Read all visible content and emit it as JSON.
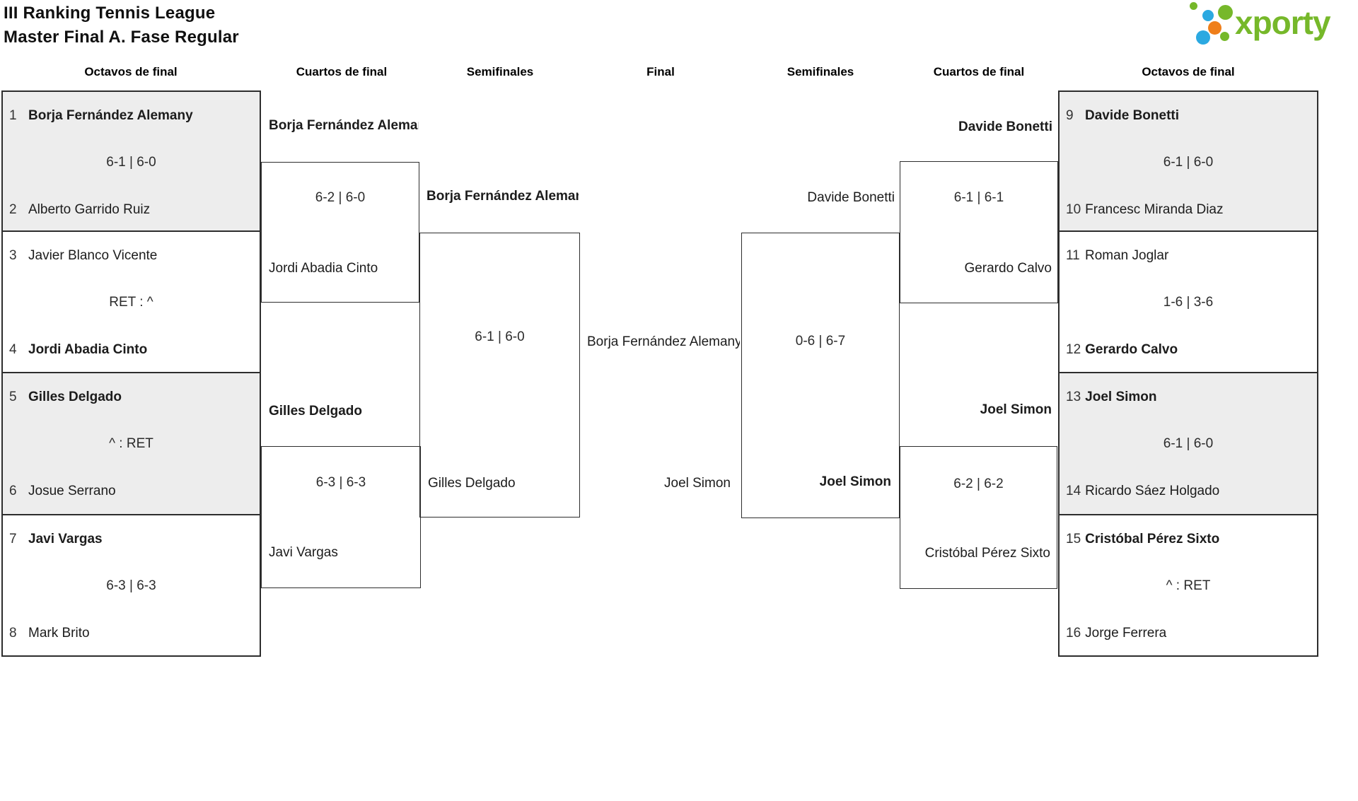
{
  "title": {
    "line1": "III Ranking Tennis League",
    "line2": "Master Final A. Fase Regular"
  },
  "logo": {
    "brand": "xporty",
    "green": "#76b82a",
    "blue": "#2ba9e1",
    "orange": "#ef7f1a"
  },
  "round_headers": [
    "Octavos de final",
    "Cuartos de final",
    "Semifinales",
    "Final",
    "Semifinales",
    "Cuartos de final",
    "Octavos de final"
  ],
  "octavos": [
    {
      "seed1": "1",
      "player1": "Borja Fernández Alemany",
      "score": "6-1 | 6-0",
      "seed2": "2",
      "player2": "Alberto Garrido Ruiz"
    },
    {
      "seed1": "3",
      "player1": "Javier Blanco Vicente",
      "score": "RET : ^",
      "seed2": "4",
      "player2": "Jordi Abadia Cinto"
    },
    {
      "seed1": "5",
      "player1": "Gilles Delgado",
      "score": "^ : RET",
      "seed2": "6",
      "player2": "Josue Serrano"
    },
    {
      "seed1": "7",
      "player1": "Javi Vargas",
      "score": "6-3 | 6-3",
      "seed2": "8",
      "player2": "Mark Brito"
    },
    {
      "seed1": "9",
      "player1": "Davide Bonetti",
      "score": "6-1 | 6-0",
      "seed2": "10",
      "player2": "Francesc Miranda Diaz"
    },
    {
      "seed1": "11",
      "player1": "Roman Joglar",
      "score": "1-6 | 3-6",
      "seed2": "12",
      "player2": "Gerardo Calvo"
    },
    {
      "seed1": "13",
      "player1": "Joel Simon",
      "score": "6-1 | 6-0",
      "seed2": "14",
      "player2": "Ricardo Sáez Holgado"
    },
    {
      "seed1": "15",
      "player1": "Cristóbal Pérez Sixto",
      "score": "^ : RET",
      "seed2": "16",
      "player2": "Jorge Ferrera"
    }
  ],
  "cuartos": [
    {
      "winner": "Borja Fernández Alemany",
      "score": "6-2 | 6-0",
      "loser": "Jordi Abadia Cinto"
    },
    {
      "winner": "Gilles Delgado",
      "score": "6-3 | 6-3",
      "loser": "Javi Vargas"
    },
    {
      "winner": "Davide Bonetti",
      "score": "6-1 | 6-1",
      "loser": "Gerardo Calvo"
    },
    {
      "winner": "Joel Simon",
      "score": "6-2 | 6-2",
      "loser": "Cristóbal Pérez Sixto"
    }
  ],
  "semifinales": [
    {
      "top": "Borja Fernández Alemany",
      "score": "6-1 | 6-0",
      "bottom": "Gilles Delgado"
    },
    {
      "top": "Davide Bonetti",
      "score": "0-6 | 6-7",
      "bottom": "Joel Simon"
    }
  ],
  "final": {
    "player1": "Borja Fernández Alemany",
    "player2": "Joel Simon"
  }
}
